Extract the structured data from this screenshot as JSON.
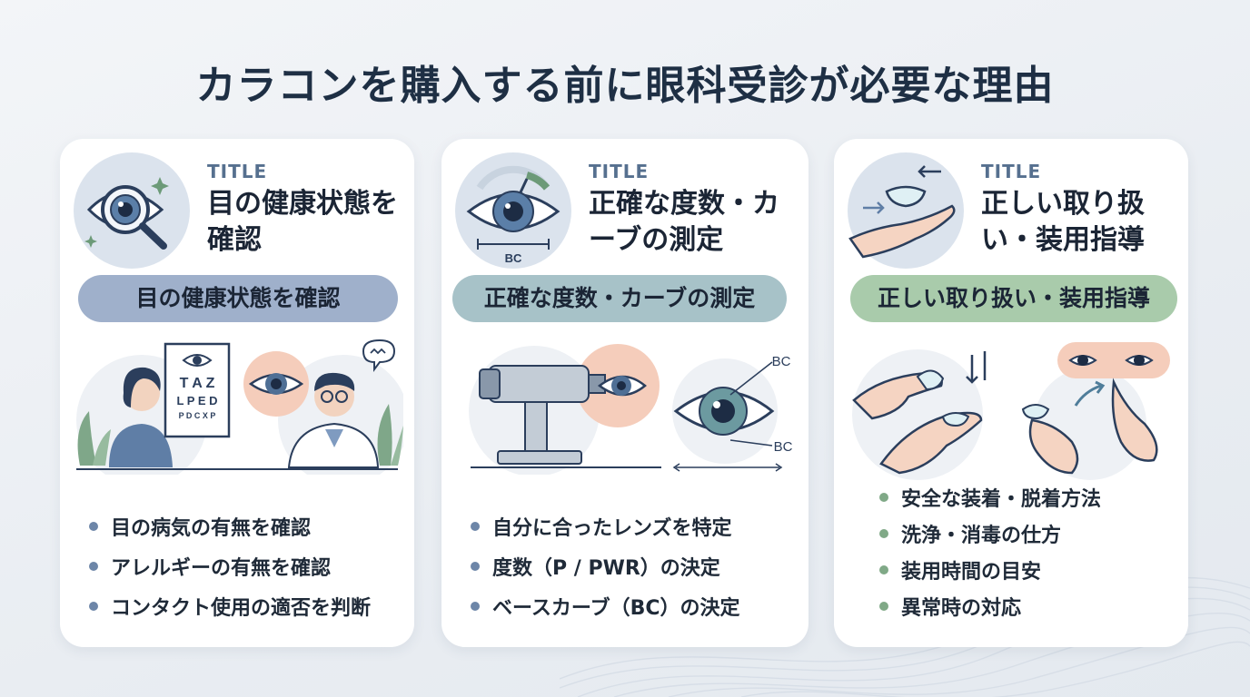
{
  "page": {
    "title": "カラコンを購入する前に眼科受診が必要な理由"
  },
  "cards": [
    {
      "tag": "TITLE",
      "heading": "目の健康状態を確認",
      "pill": "目の健康状態を確認",
      "icon": "magnifier-eye-icon",
      "chart_letters": [
        "T A Z",
        "L P E D",
        "P D C X P"
      ],
      "items": [
        "目の病気の有無を確認",
        "アレルギーの有無を確認",
        "コンタクト使用の適否を判断"
      ],
      "accent": "#9fb0cb"
    },
    {
      "tag": "TITLE",
      "heading": "正確な度数・カーブの測定",
      "pill": "正確な度数・カーブの測定",
      "icon": "eye-gauge-icon",
      "icon_label": "BC",
      "bc_label_top": "BC",
      "bc_label_bottom": "BC",
      "items": [
        "自分に合ったレンズを特定",
        "度数（P / PWR）の決定",
        "ベースカーブ（BC）の決定"
      ],
      "accent": "#a7c2c8"
    },
    {
      "tag": "TITLE",
      "heading": "正しい取り扱い・装用指導",
      "pill": "正しい取り扱い・装用指導",
      "icon": "contact-lens-hand-icon",
      "items": [
        "安全な装着・脱着方法",
        "洗浄・消毒の仕方",
        "装用時間の目安",
        "異常時の対応"
      ],
      "accent": "#a9cbab"
    }
  ]
}
